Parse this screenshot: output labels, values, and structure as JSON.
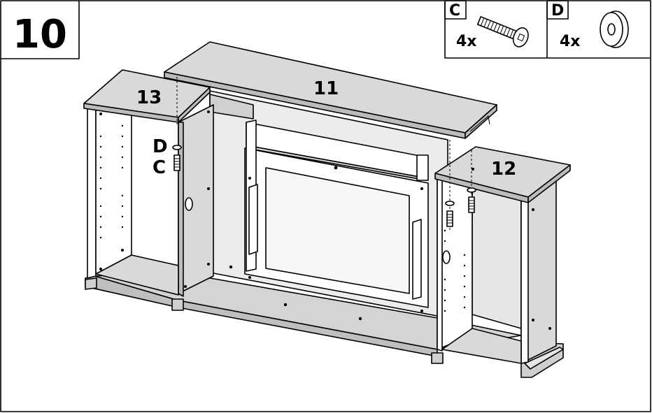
{
  "step": {
    "number": "10"
  },
  "hardware": [
    {
      "letter": "C",
      "quantity": "4x",
      "icon": "screw-icon"
    },
    {
      "letter": "D",
      "quantity": "4x",
      "icon": "washer-icon"
    }
  ],
  "parts": {
    "top_center": "11",
    "top_right": "12",
    "top_left": "13"
  },
  "callouts": {
    "left_upper": "D",
    "left_lower": "C"
  },
  "colors": {
    "panel_gray": "#d9d9d9",
    "panel_dark": "#bcbcbc",
    "line": "#000000"
  }
}
